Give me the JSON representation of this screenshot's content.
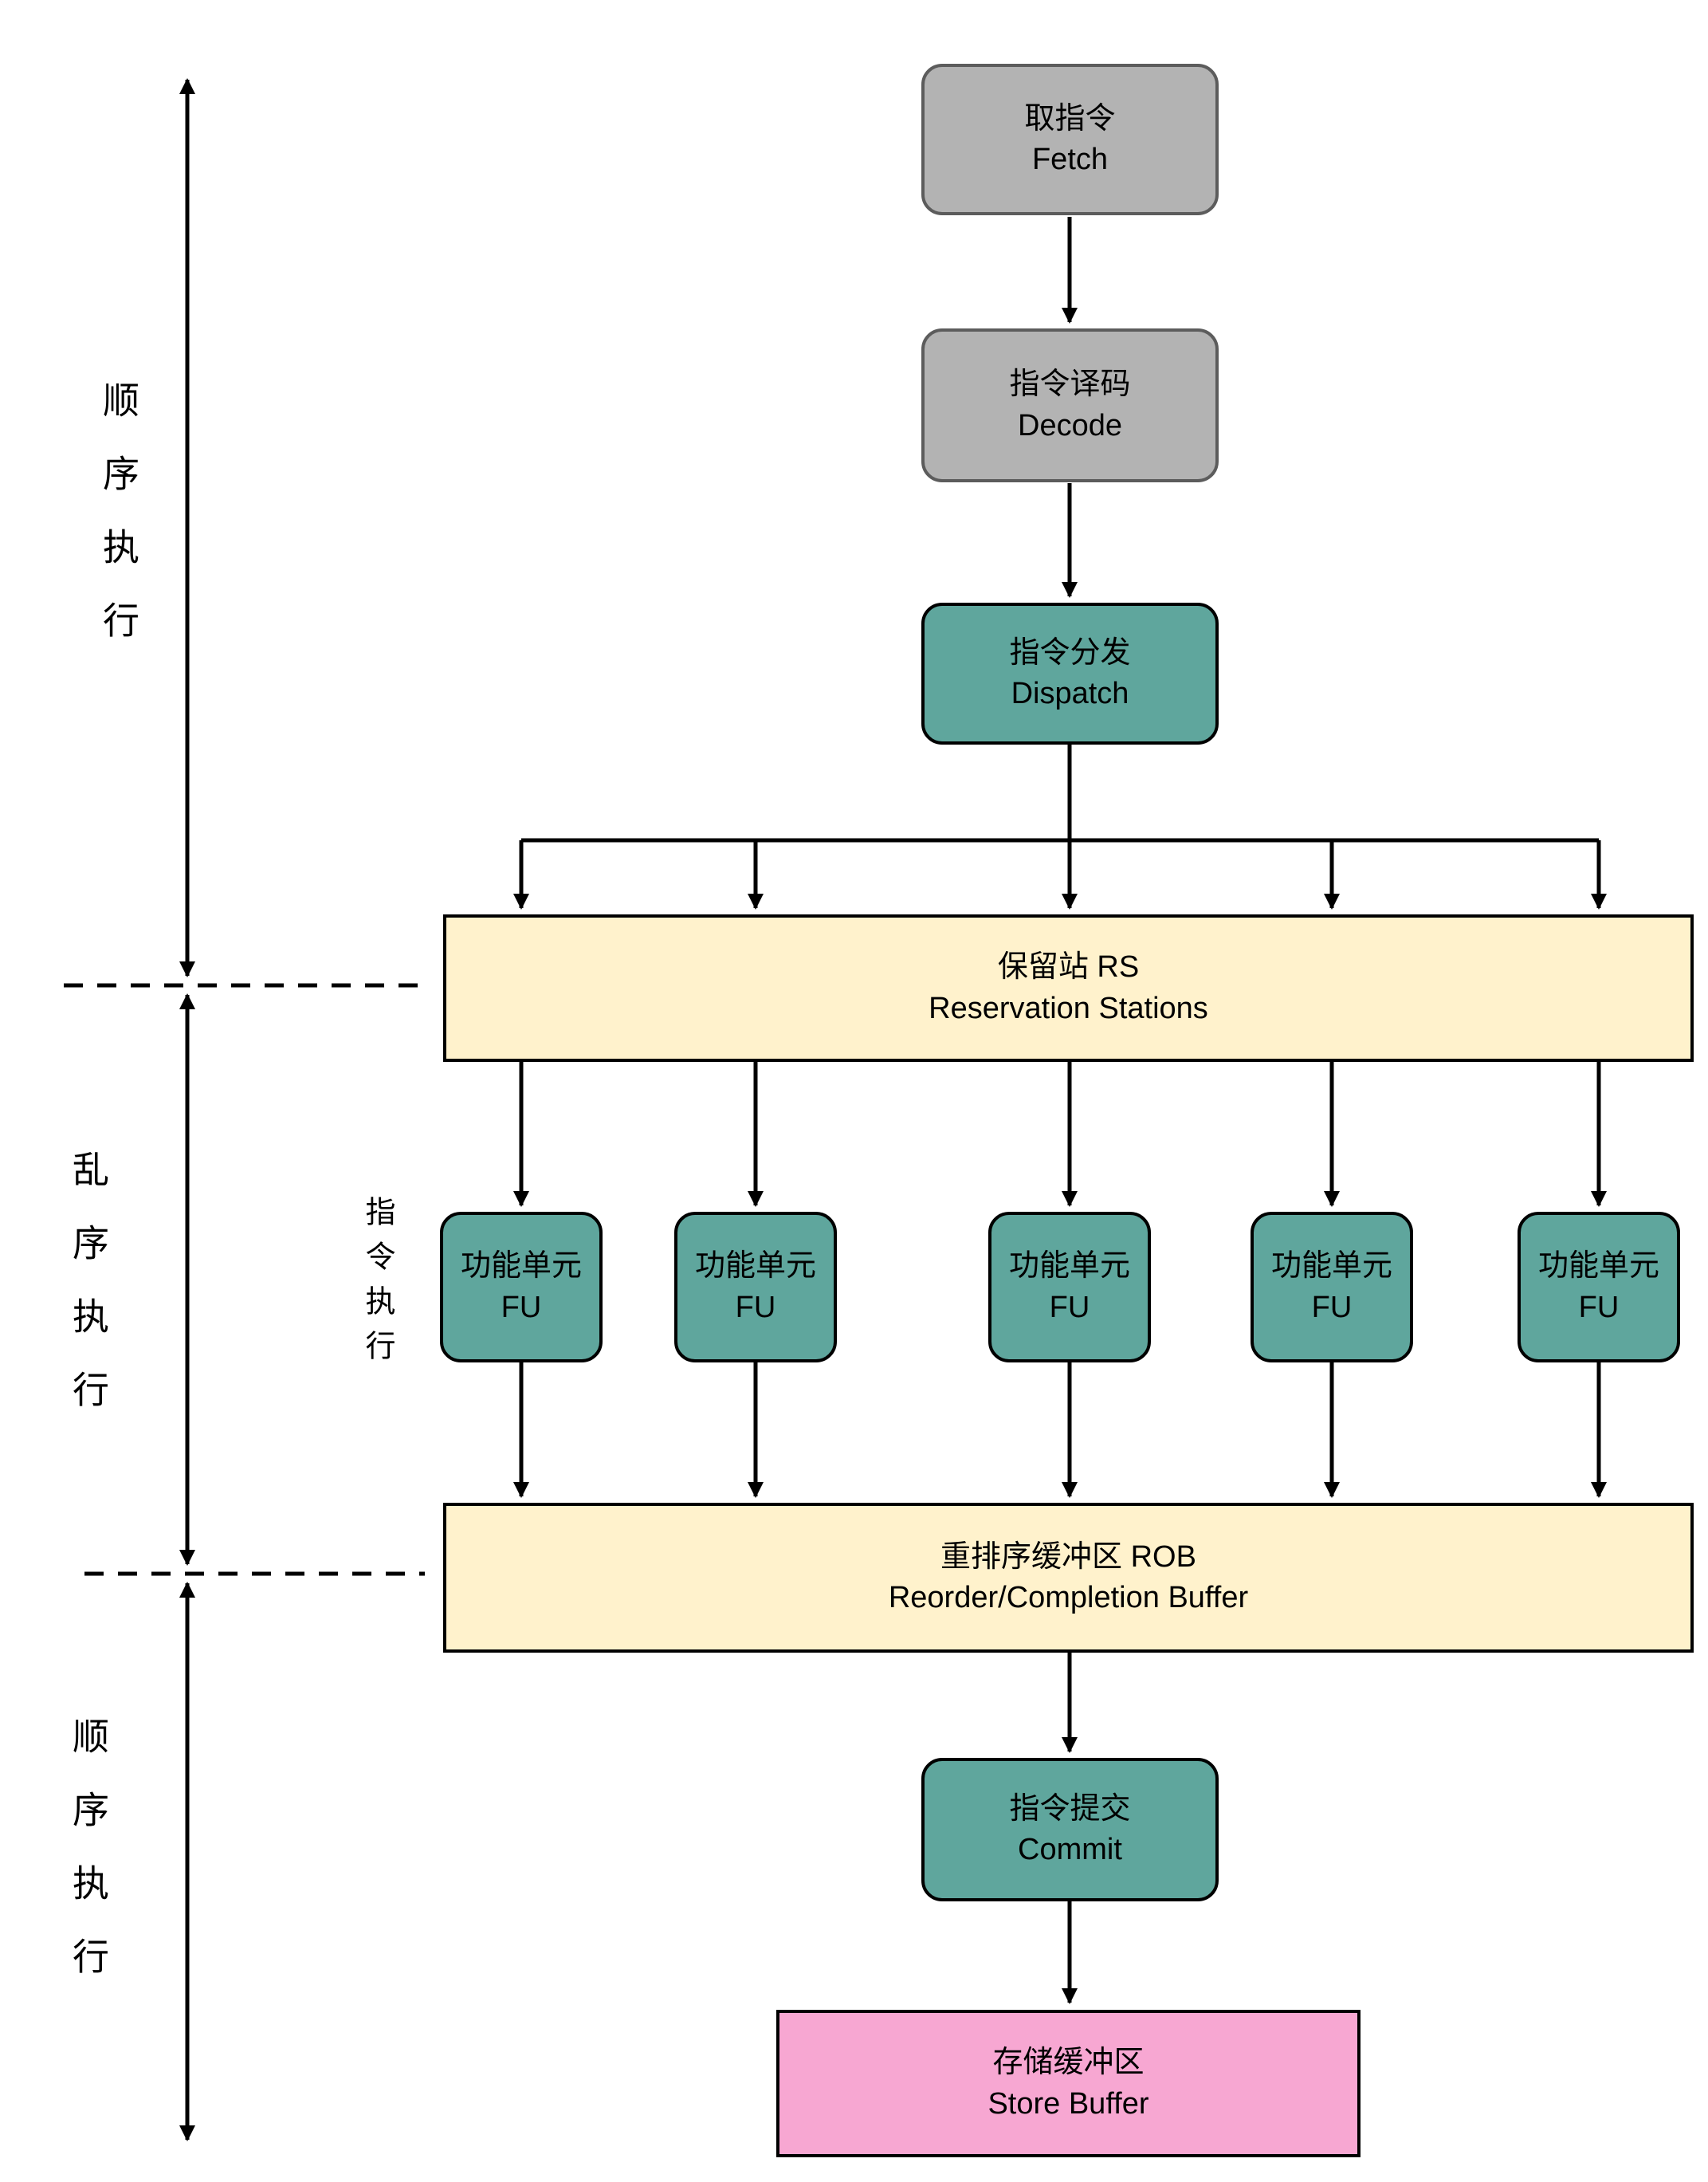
{
  "colors": {
    "gray_fill": "#b3b3b3",
    "gray_stroke": "#5c5c5c",
    "teal_fill": "#5fa69d",
    "yellow_fill": "#fff2cc",
    "pink_fill": "#f7a7d2",
    "stroke": "#000000"
  },
  "nodes": {
    "fetch": {
      "zh": "取指令",
      "en": "Fetch"
    },
    "decode": {
      "zh": "指令译码",
      "en": "Decode"
    },
    "dispatch": {
      "zh": "指令分发",
      "en": "Dispatch"
    },
    "rs": {
      "zh": "保留站 RS",
      "en": "Reservation Stations"
    },
    "fu": {
      "zh": "功能单元",
      "en": "FU"
    },
    "rob": {
      "zh": "重排序缓冲区 ROB",
      "en": "Reorder/Completion Buffer"
    },
    "commit": {
      "zh": "指令提交",
      "en": "Commit"
    },
    "store_buffer": {
      "zh": "存储缓冲区",
      "en": "Store Buffer"
    }
  },
  "side_labels": {
    "in_order_top": "顺序执行",
    "out_of_order": "乱序执行",
    "in_order_bottom": "顺序执行",
    "execute": "指令执行"
  }
}
